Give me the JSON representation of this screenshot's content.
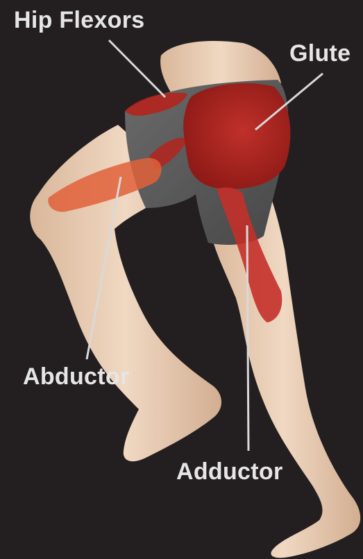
{
  "labels": {
    "hip_flexors": "Hip Flexors",
    "glute": "Glute",
    "abductor": "Abductor",
    "adductor": "Adductor"
  },
  "colors": {
    "background": "#231f20",
    "skin": "#e9cdb3",
    "shorts": "#5b5b5b",
    "highlight_red": "#b3231d",
    "highlight_orange": "#e0603a",
    "label_text": "#e6e6e6",
    "leader_line": "#d9d9d9"
  }
}
